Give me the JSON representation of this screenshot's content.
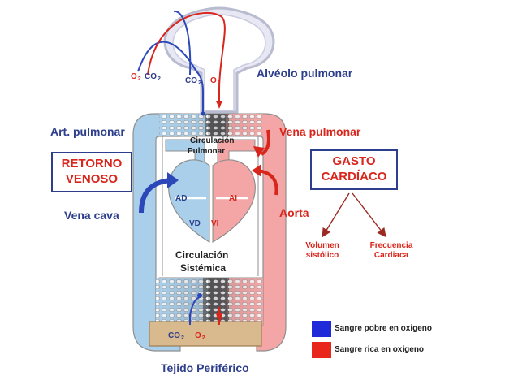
{
  "labels": {
    "alveolo": "Alvéolo pulmonar",
    "art_pulmonar": "Art. pulmonar",
    "vena_pulmonar": "Vena pulmonar",
    "vena_cava": "Vena cava",
    "aorta": "Aorta",
    "circ_pulmonar_1": "Circulación",
    "circ_pulmonar_2": "Pulmonar",
    "circ_sistemica_1": "Circulación",
    "circ_sistemica_2": "Sistémica",
    "tejido": "Tejido Periférico",
    "ad": "AD",
    "ai": "AI",
    "vd": "VD",
    "vi": "VI"
  },
  "gases": {
    "o2_main": "O",
    "o2_sub": "2",
    "co2_main": "CO",
    "co2_sub": "2"
  },
  "boxes": {
    "retorno_1": "RETORNO",
    "retorno_2": "VENOSO",
    "gasto_1": "GASTO",
    "gasto_2": "CARDÍACO"
  },
  "branches": {
    "volumen_1": "Volumen",
    "volumen_2": "sistólico",
    "frecuencia_1": "Frecuencia",
    "frecuencia_2": "Cardiaca"
  },
  "legend": {
    "blue_label": "Sangre pobre en oxigeno",
    "red_label": "Sangre rica en oxigeno",
    "blue_color": "#1f2bd8",
    "red_color": "#e8261c"
  },
  "colors": {
    "venous_fill": "#a9cfea",
    "arterial_fill": "#f4a6a6",
    "tube_outline": "#8f8f8f",
    "arrow_blue": "#2c47b8",
    "arrow_red": "#d9261c",
    "tissue": "#d9b98e",
    "label_navy": "#2d3e8c",
    "label_red": "#d9261c"
  }
}
